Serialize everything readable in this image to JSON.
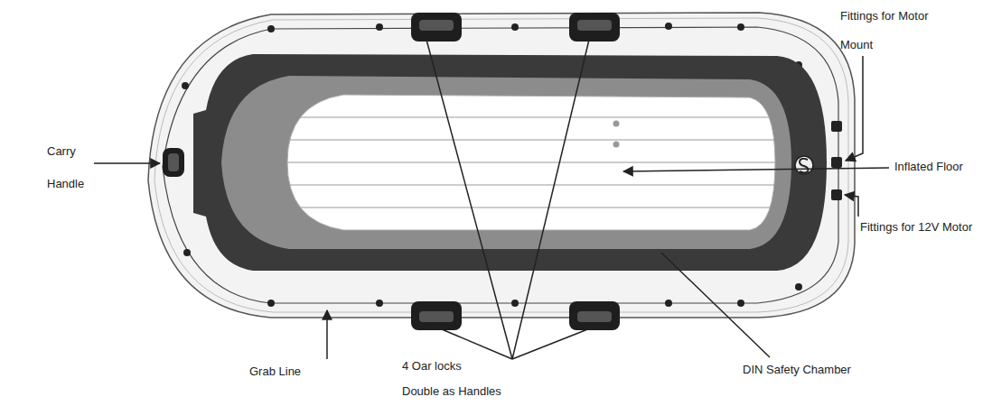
{
  "diagram": {
    "labels": [
      "Fittings for Motor Mount",
      "Carry Handle",
      "Inflated Floor",
      "Fittings for 12V Motor",
      "Grab Line",
      "4 Oar locks Double as Handles",
      "DIN Safety Chamber"
    ]
  }
}
